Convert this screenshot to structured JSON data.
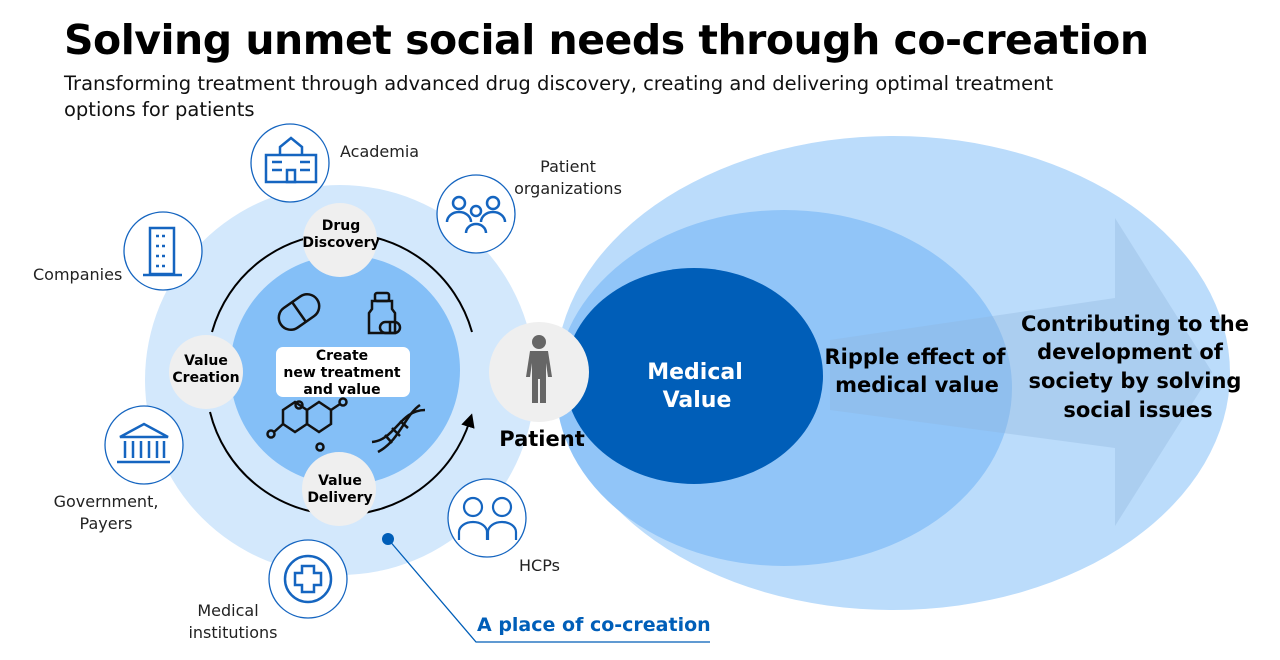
{
  "header": {
    "title": "Solving unmet social needs through co-creation",
    "subtitle": "Transforming treatment through advanced drug discovery, creating and delivering optimal treatment options for patients"
  },
  "stakeholders": {
    "academia": "Academia",
    "patient_org_1": "Patient",
    "patient_org_2": "organizations",
    "companies": "Companies",
    "government_1": "Government,",
    "government_2": "Payers",
    "medical_1": "Medical",
    "medical_2": "institutions",
    "hcps": "HCPs"
  },
  "cycle": {
    "drug_discovery_1": "Drug",
    "drug_discovery_2": "Discovery",
    "value_creation_1": "Value",
    "value_creation_2": "Creation",
    "value_delivery_1": "Value",
    "value_delivery_2": "Delivery",
    "center_1": "Create",
    "center_2": "new treatment",
    "center_3": "and value"
  },
  "patient": "Patient",
  "value": {
    "medical_1": "Medical",
    "medical_2": "Value",
    "ripple_1": "Ripple effect of",
    "ripple_2": "medical value",
    "society_1": "Contributing to the",
    "society_2": "development of",
    "society_3": "society by solving",
    "society_4": "social issues"
  },
  "co_creation_label": "A place of co-creation",
  "colors": {
    "outer": "#bbdcfb",
    "middle": "#91c5f8",
    "dark": "#005eb8",
    "left_outer": "#d3e8fc",
    "left_inner": "#84bff7",
    "accent": "#005eb8"
  }
}
